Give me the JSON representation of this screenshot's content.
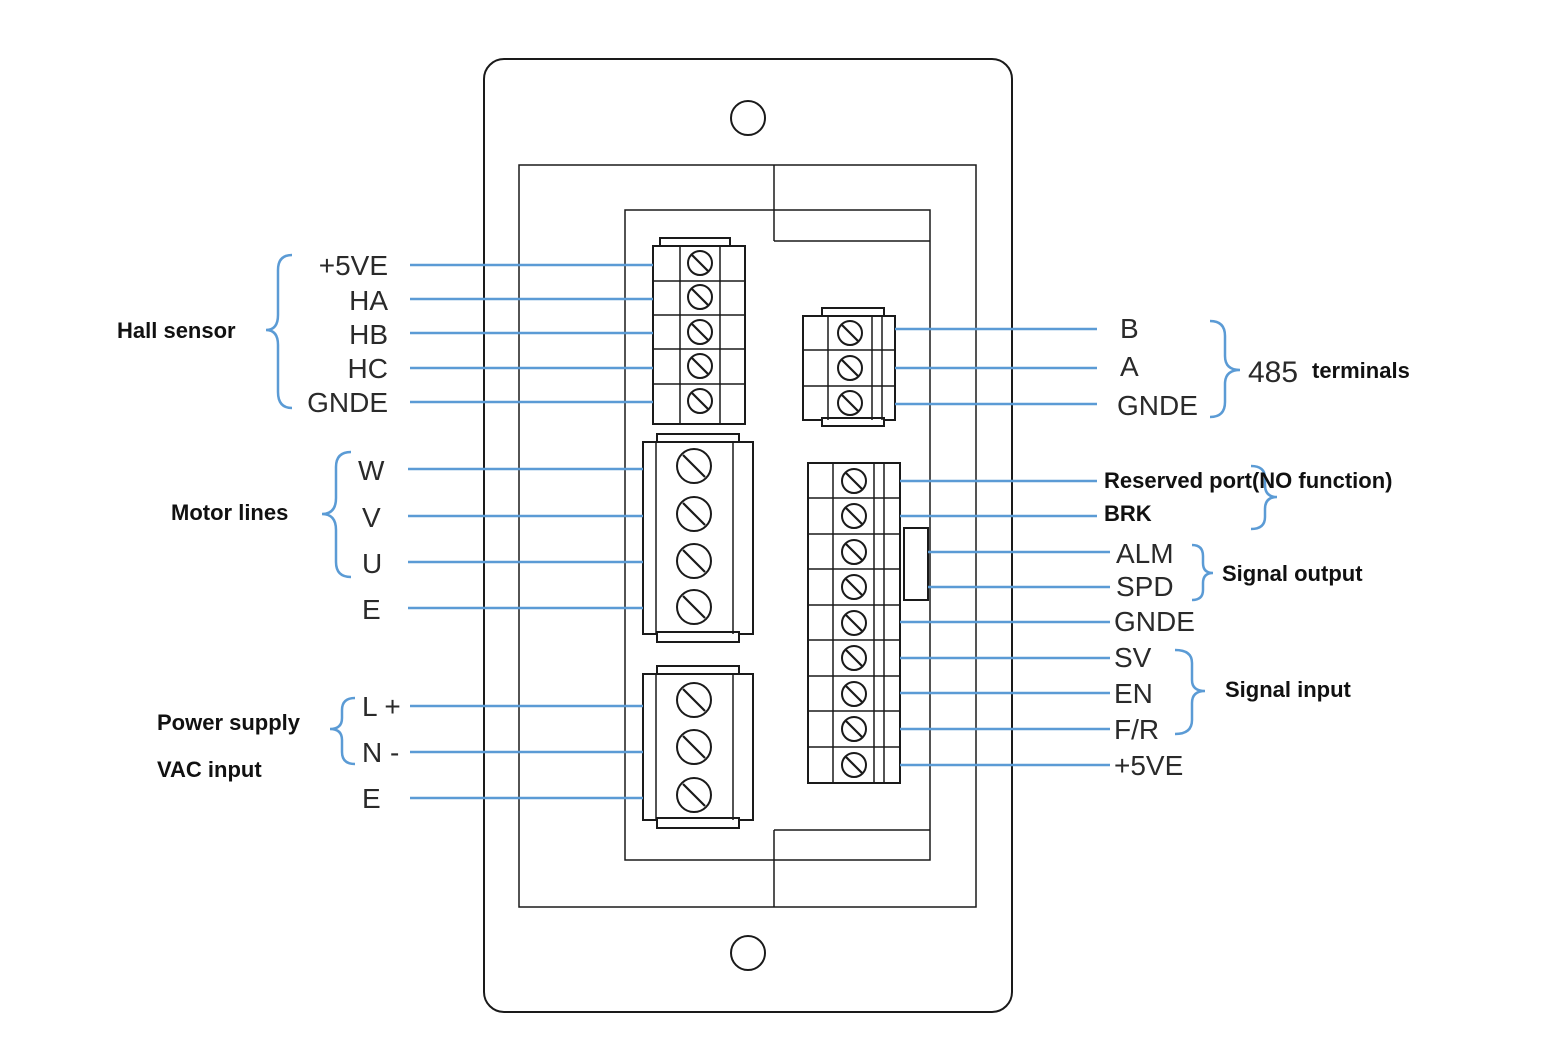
{
  "groups": {
    "hall_sensor": "Hall sensor",
    "motor_lines": "Motor lines",
    "power_supply": "Power supply",
    "vac_input": "VAC input",
    "terminals_485_num": "485",
    "terminals_485_word": "terminals",
    "signal_output": "Signal output",
    "signal_input": "Signal input"
  },
  "left_pins": {
    "hall": [
      "+5VE",
      "HA",
      "HB",
      "HC",
      "GNDE"
    ],
    "motor": [
      "W",
      "V",
      "U",
      "E"
    ],
    "power": [
      "L +",
      "N -",
      "E"
    ]
  },
  "right_pins": {
    "rs485": [
      "B",
      "A",
      "GNDE"
    ],
    "reserved": "Reserved port(NO function)",
    "signal": [
      "BRK",
      "ALM",
      "SPD",
      "GNDE",
      "SV",
      "EN",
      "F/R",
      "+5VE"
    ]
  },
  "colors": {
    "wire": "#5b9bd5",
    "outline": "#1a1a1a"
  }
}
